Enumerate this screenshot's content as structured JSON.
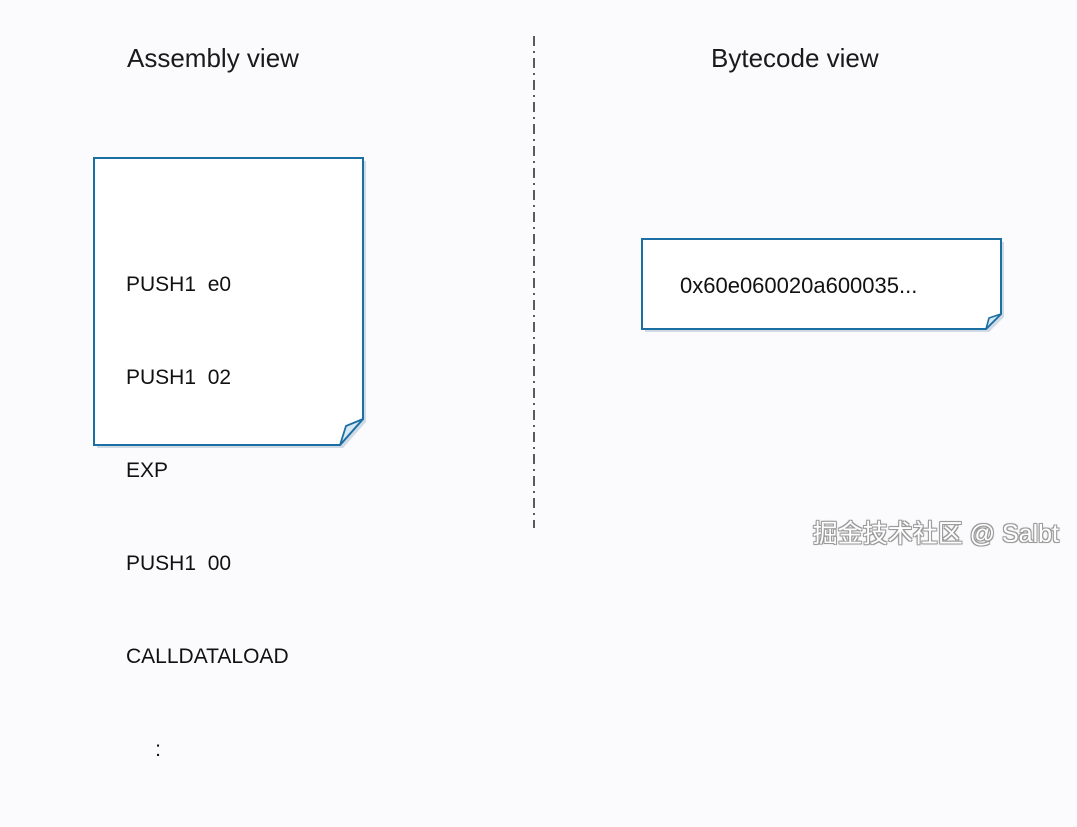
{
  "left_panel": {
    "heading": "Assembly view",
    "lines": [
      "PUSH1  e0",
      "PUSH1  02",
      "EXP",
      "PUSH1  00",
      "CALLDATALOAD",
      "     :"
    ]
  },
  "right_panel": {
    "heading": "Bytecode view",
    "bytecode": "0x60e060020a600035..."
  },
  "watermark": "掘金技术社区 @ Salbt",
  "colors": {
    "note_border": "#1c6fa3",
    "note_fill": "#ffffff",
    "divider": "#333333",
    "background": "#fbfbfd"
  }
}
